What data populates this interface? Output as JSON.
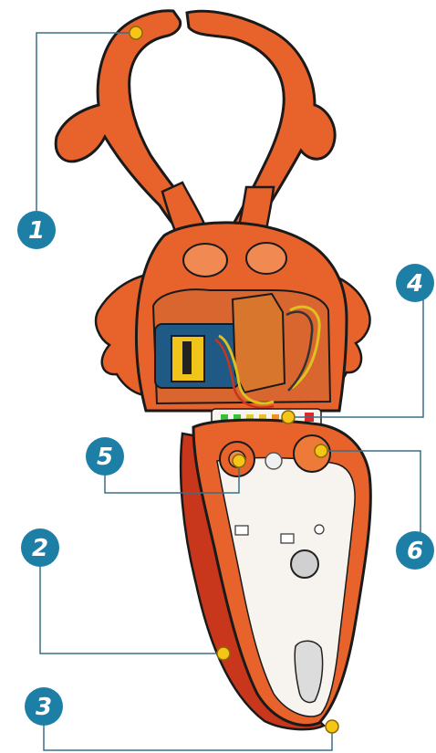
{
  "colors": {
    "body_orange": "#e8632c",
    "body_light": "#f08a52",
    "edge_red": "#c8361c",
    "outline": "#1a1a1a",
    "panel_white": "#f7f3ee",
    "callout_blue": "#1d7fa6",
    "leader_line": "#3a6e88",
    "dot_yellow": "#f5c518",
    "board_blue": "#1f5a86",
    "board_yellow": "#f0c419",
    "sensor_box": "#d9762e"
  },
  "icons": {
    "callout": "numbered-circle",
    "anchor": "yellow-dot"
  },
  "callouts": [
    {
      "label": "1"
    },
    {
      "label": "2"
    },
    {
      "label": "3"
    },
    {
      "label": "4"
    },
    {
      "label": "5"
    },
    {
      "label": "6"
    }
  ]
}
